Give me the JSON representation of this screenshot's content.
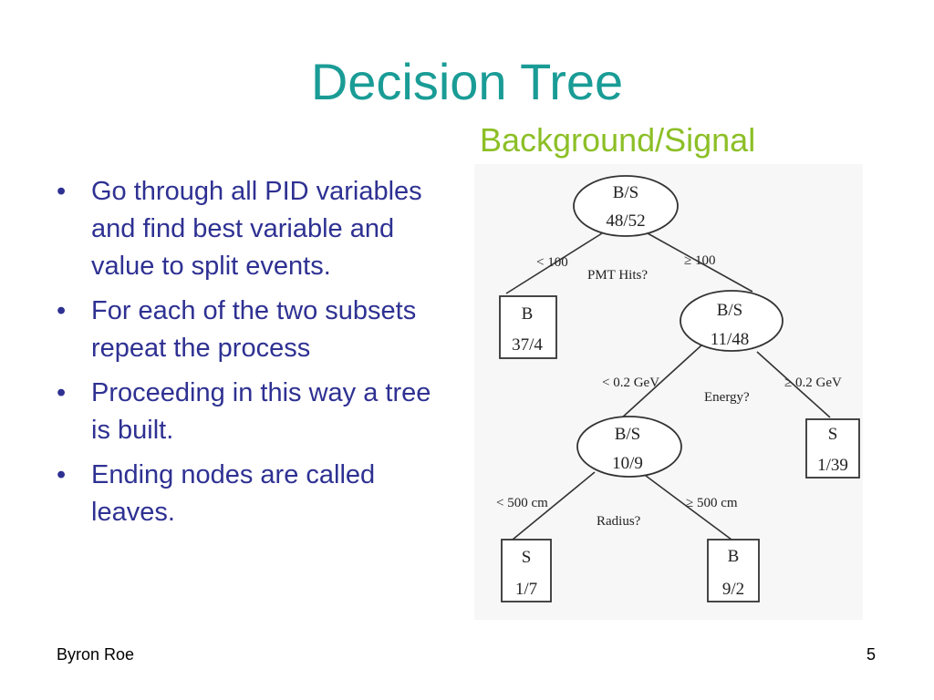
{
  "slide": {
    "title": "Decision Tree",
    "subtitle": "Background/Signal",
    "bullets": [
      "Go through all PID variables and find best variable and value to split events.",
      "For each of the two subsets repeat the process",
      "Proceeding in this way a tree is built.",
      "Ending nodes are called leaves."
    ],
    "bullet_symbol": "•",
    "footer_author": "Byron Roe",
    "page_number": "5"
  },
  "tree": {
    "nodes": {
      "root": {
        "label": "B/S",
        "value": "48/52"
      },
      "b1": {
        "label": "B",
        "value": "37/4"
      },
      "mid": {
        "label": "B/S",
        "value": "11/48"
      },
      "s1": {
        "label": "S",
        "value": "1/39"
      },
      "low": {
        "label": "B/S",
        "value": "10/9"
      },
      "s2": {
        "label": "S",
        "value": "1/7"
      },
      "b2": {
        "label": "B",
        "value": "9/2"
      }
    },
    "splits": {
      "pmt": {
        "question": "PMT Hits?",
        "left": "< 100",
        "right": "≥ 100"
      },
      "energy": {
        "question": "Energy?",
        "left": "< 0.2 GeV",
        "right": "≥ 0.2 GeV"
      },
      "radius": {
        "question": "Radius?",
        "left": "< 500 cm",
        "right": "≥ 500 cm"
      }
    }
  },
  "colors": {
    "title": "#1a9c96",
    "subtitle": "#8cbf26",
    "bullet_text": "#2e3192"
  }
}
